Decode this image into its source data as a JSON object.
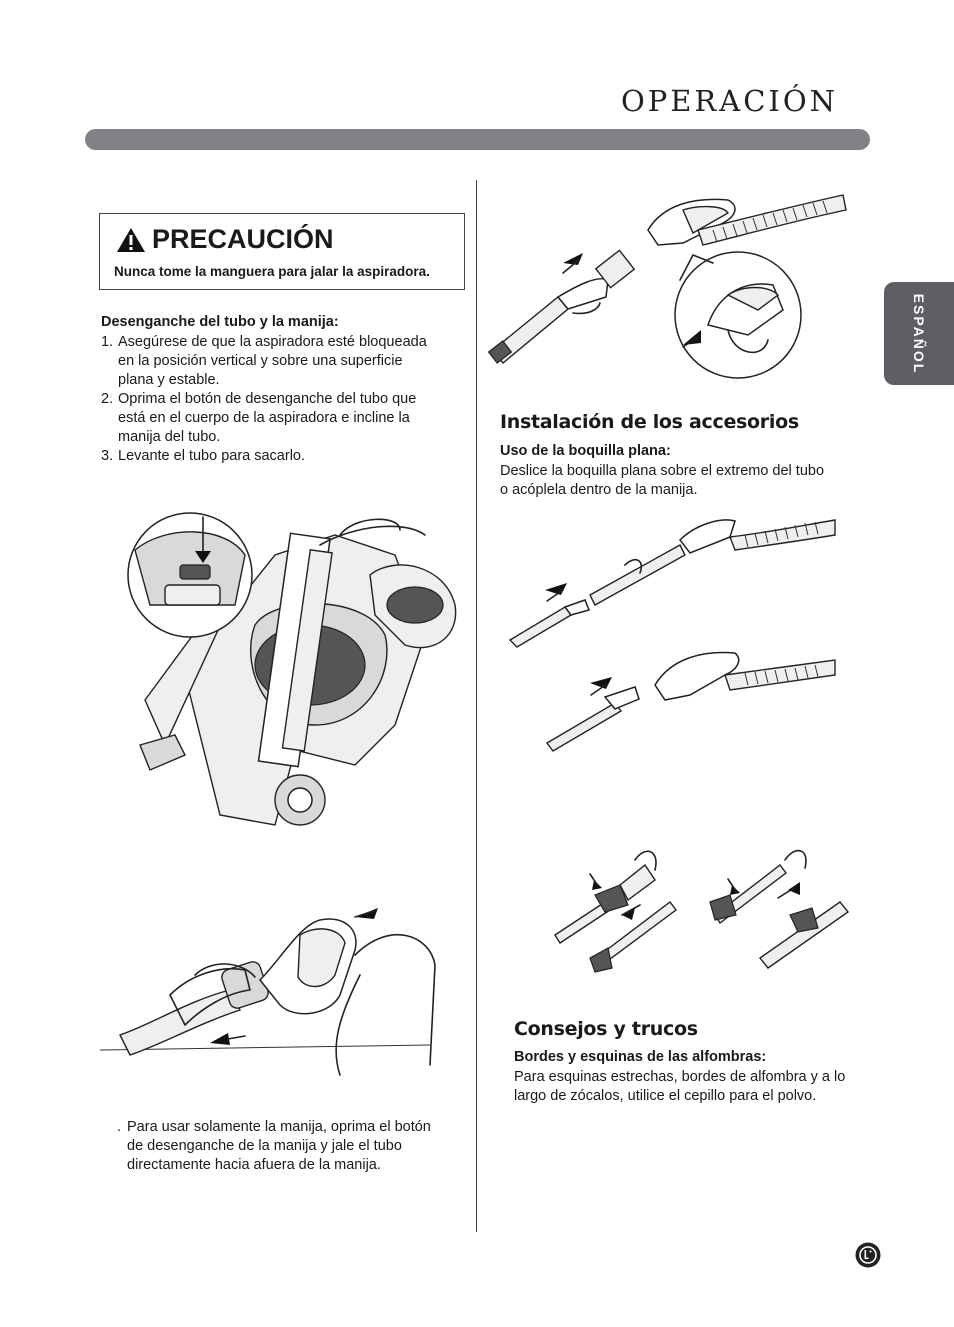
{
  "header": {
    "title": "OPERACIÓN"
  },
  "side_tab": {
    "label": "ESPAÑOL"
  },
  "caution": {
    "title": "PRECAUCIÓN",
    "text": "Nunca tome la manguera para jalar la aspiradora.",
    "icon": "warning-triangle-icon"
  },
  "release": {
    "heading": "Desenganche del tubo y la manija:",
    "steps": [
      {
        "num": "1.",
        "line1": "Asegúrese de que la aspiradora esté bloqueada",
        "line2": "en la posición vertical y sobre una superficie",
        "line3": "plana y estable."
      },
      {
        "num": "2.",
        "line1": "Oprima el botón de desenganche del tubo que",
        "line2": "está en el cuerpo de la aspiradora e incline la",
        "line3": "manija del tubo."
      },
      {
        "num": "3.",
        "line1": "Levante el tubo para sacarlo."
      }
    ]
  },
  "handle_note": {
    "bullet": ".",
    "line1": "Para usar solamente la manija, oprima el botón",
    "line2": "de desenganche de la manija y jale el tubo",
    "line3": "directamente hacia afuera de la manija."
  },
  "accessories": {
    "heading": "Instalación de los accesorios",
    "sub_heading": "Uso de la boquilla plana:",
    "line1": "Deslice la boquilla plana sobre el extremo del tubo",
    "line2": "o acóplela dentro de la manija."
  },
  "tips": {
    "heading": "Consejos y trucos",
    "sub_heading": "Bordes y esquinas de las alfombras:",
    "line1": "Para esquinas estrechas, bordes de alfombra y a lo",
    "line2": "largo de zócalos, utilice el cepillo para el polvo."
  },
  "footer": {
    "logo_icon": "lg-logo-icon"
  }
}
